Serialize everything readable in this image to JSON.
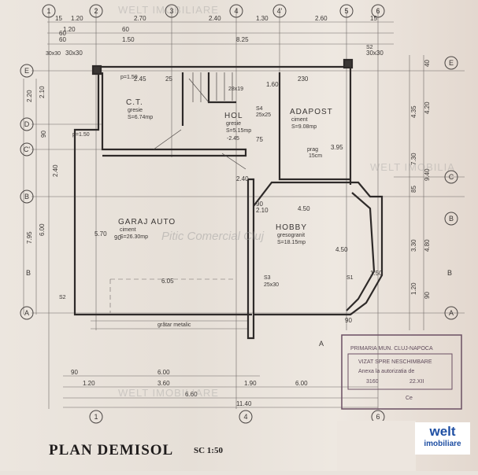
{
  "title": "PLAN DEMISOL",
  "scale": "SC 1:50",
  "logo": {
    "line1": "welt",
    "line2": "imobiliare"
  },
  "watermarks": [
    "WELT IMOBILIARE",
    "WELT IMOBILIA",
    "WELT IMOBILIARE",
    "Pitic Comercial Cluj"
  ],
  "rooms": [
    {
      "name": "C.T.",
      "finish": "gresie",
      "area": "S=6.74mp"
    },
    {
      "name": "HOL",
      "finish": "gresie",
      "area": "S=5.15mp"
    },
    {
      "name": "ADAPOST",
      "finish": "ciment",
      "area": "S=9.08mp"
    },
    {
      "name": "GARAJ AUTO",
      "finish": "ciment",
      "area": "S=26.30mp"
    },
    {
      "name": "HOBBY",
      "finish": "gresogranit",
      "area": "S=18.15mp"
    }
  ],
  "notes": {
    "level": "-2.45",
    "prag": "prag",
    "prag_h": "15cm",
    "grid": "grătar metalic",
    "s1": "S1",
    "s2": "S2",
    "s3": "S3",
    "s3_dim": "25x30",
    "s4": "S4",
    "s4_dim": "25x25",
    "s2_dim": "30x30",
    "stairs": "28x19",
    "p150": "p=1.50"
  },
  "axes": {
    "top": [
      "1",
      "2",
      "3",
      "4",
      "4'",
      "5",
      "6"
    ],
    "left": [
      "E",
      "D",
      "C'",
      "B",
      "A"
    ],
    "right": [
      "E",
      "C",
      "B",
      "A"
    ],
    "bottom": [
      "1",
      "4",
      "6"
    ],
    "sections": [
      "B",
      "B",
      "A"
    ]
  },
  "dims_top": [
    "15",
    "1.20",
    "2.70",
    "2.40",
    "1.30",
    "2.60",
    "15",
    "1.20",
    "60",
    "1.50",
    "8.25",
    "60",
    "60",
    "30x30",
    "30x30"
  ],
  "dims_bottom": [
    "6.00",
    "1.20",
    "3.60",
    "1.90",
    "6.60",
    "11.40",
    "6.00",
    "90",
    "90"
  ],
  "dims_left": [
    "2.10",
    "2.40",
    "6.00",
    "7.95",
    "90",
    "2.20"
  ],
  "dims_right": [
    "4.35",
    "4.20",
    "7.30",
    "9.40",
    "85",
    "3.30",
    "4.80",
    "1.20",
    "90",
    "40"
  ],
  "dims_inner": [
    "2.45",
    "25",
    "1.60",
    "230",
    "4.50",
    "2.10",
    "90",
    "6.05",
    "5.70",
    "4.50",
    "3.95",
    "2.40",
    "1.50",
    "90",
    "75"
  ],
  "stamp": {
    "line1": "PRIMARIA MUN. CLUJ-NAPOCA",
    "line2": "VIZAT SPRE NESCHIMBARE",
    "line3": "Anexa la autorizatia de",
    "number": "3160",
    "date": "22.XII",
    "sign": "Ce"
  }
}
